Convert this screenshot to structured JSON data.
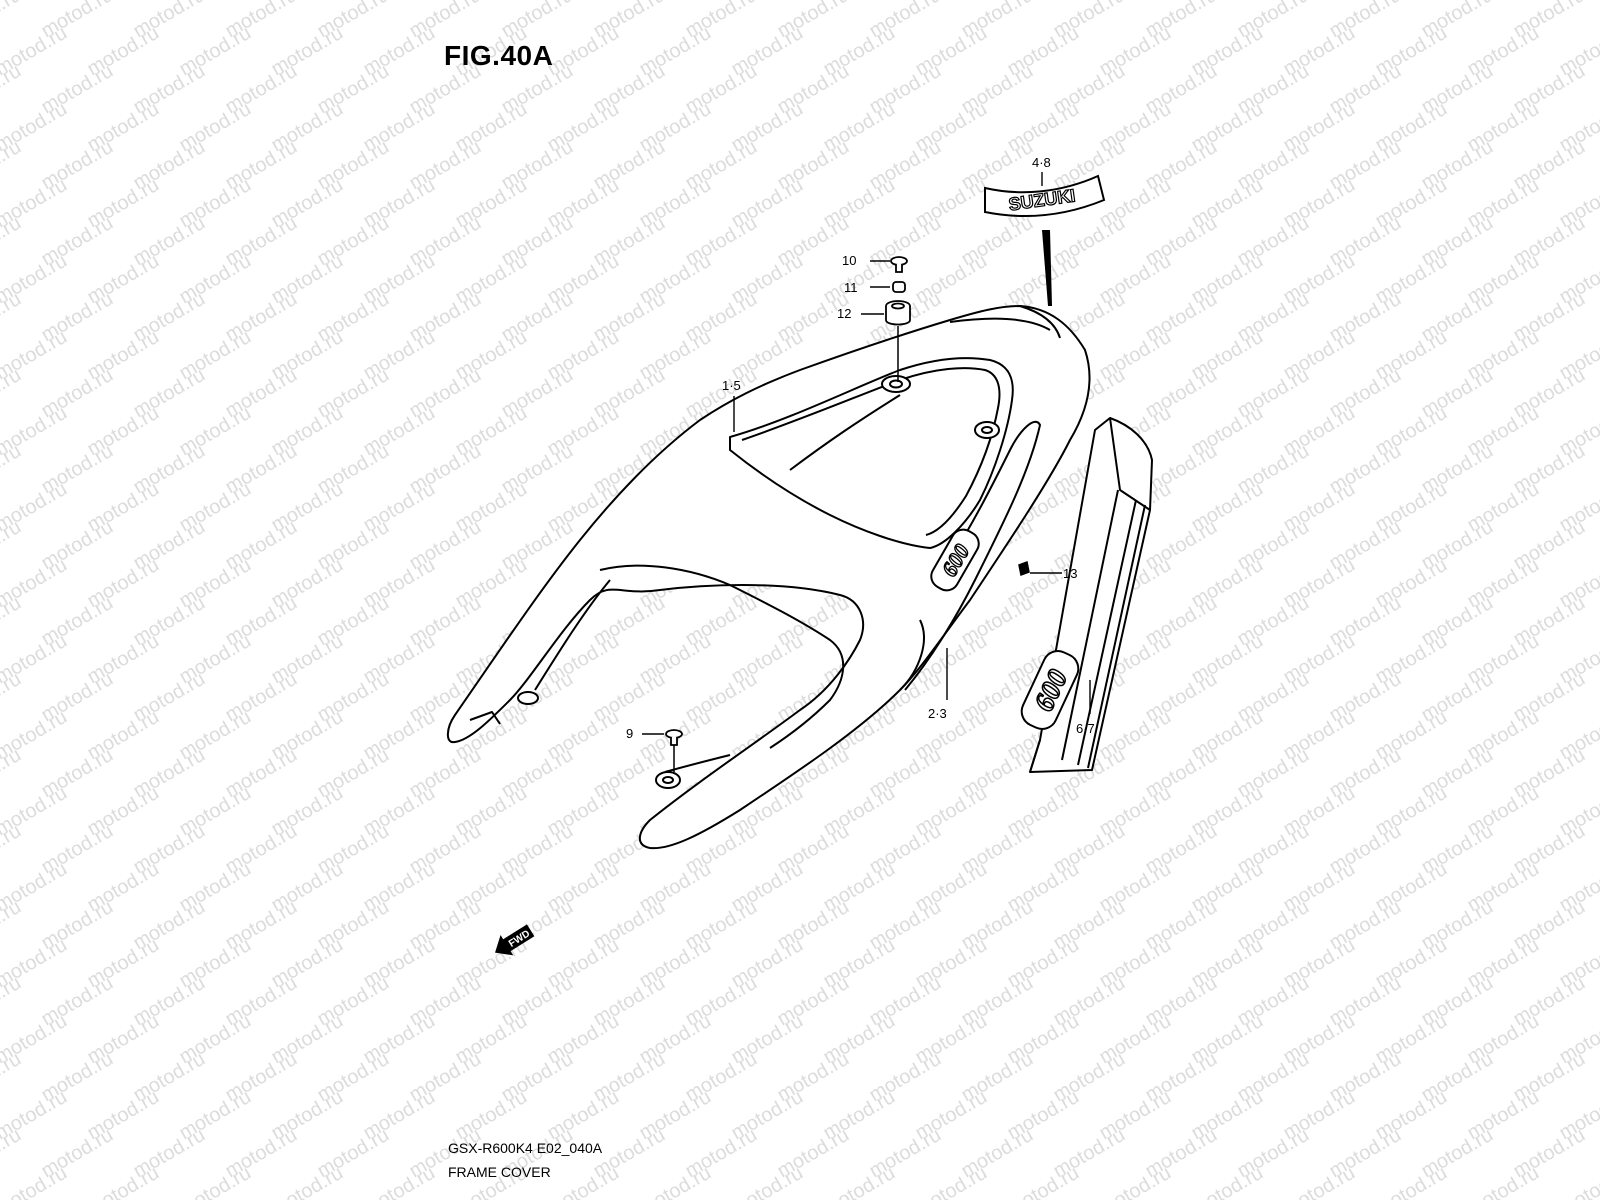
{
  "figure": {
    "title": "FIG.40A",
    "code": "GSX-R600K4 E02_040A",
    "name": "FRAME COVER"
  },
  "watermark": {
    "text": "motod.ru"
  },
  "decals": {
    "brand": "SUZUKI",
    "model": "600",
    "direction": "FWD"
  },
  "callouts": [
    {
      "id": "callout-4-8",
      "label": "4·8"
    },
    {
      "id": "callout-10",
      "label": "10"
    },
    {
      "id": "callout-11",
      "label": "11"
    },
    {
      "id": "callout-12",
      "label": "12"
    },
    {
      "id": "callout-1-5",
      "label": "1·5"
    },
    {
      "id": "callout-13",
      "label": "13"
    },
    {
      "id": "callout-2-3",
      "label": "2·3"
    },
    {
      "id": "callout-6-7",
      "label": "6·7"
    },
    {
      "id": "callout-9",
      "label": "9"
    }
  ],
  "colors": {
    "line": "#000000",
    "watermark": "#dcdcdc",
    "background": "#ffffff"
  }
}
